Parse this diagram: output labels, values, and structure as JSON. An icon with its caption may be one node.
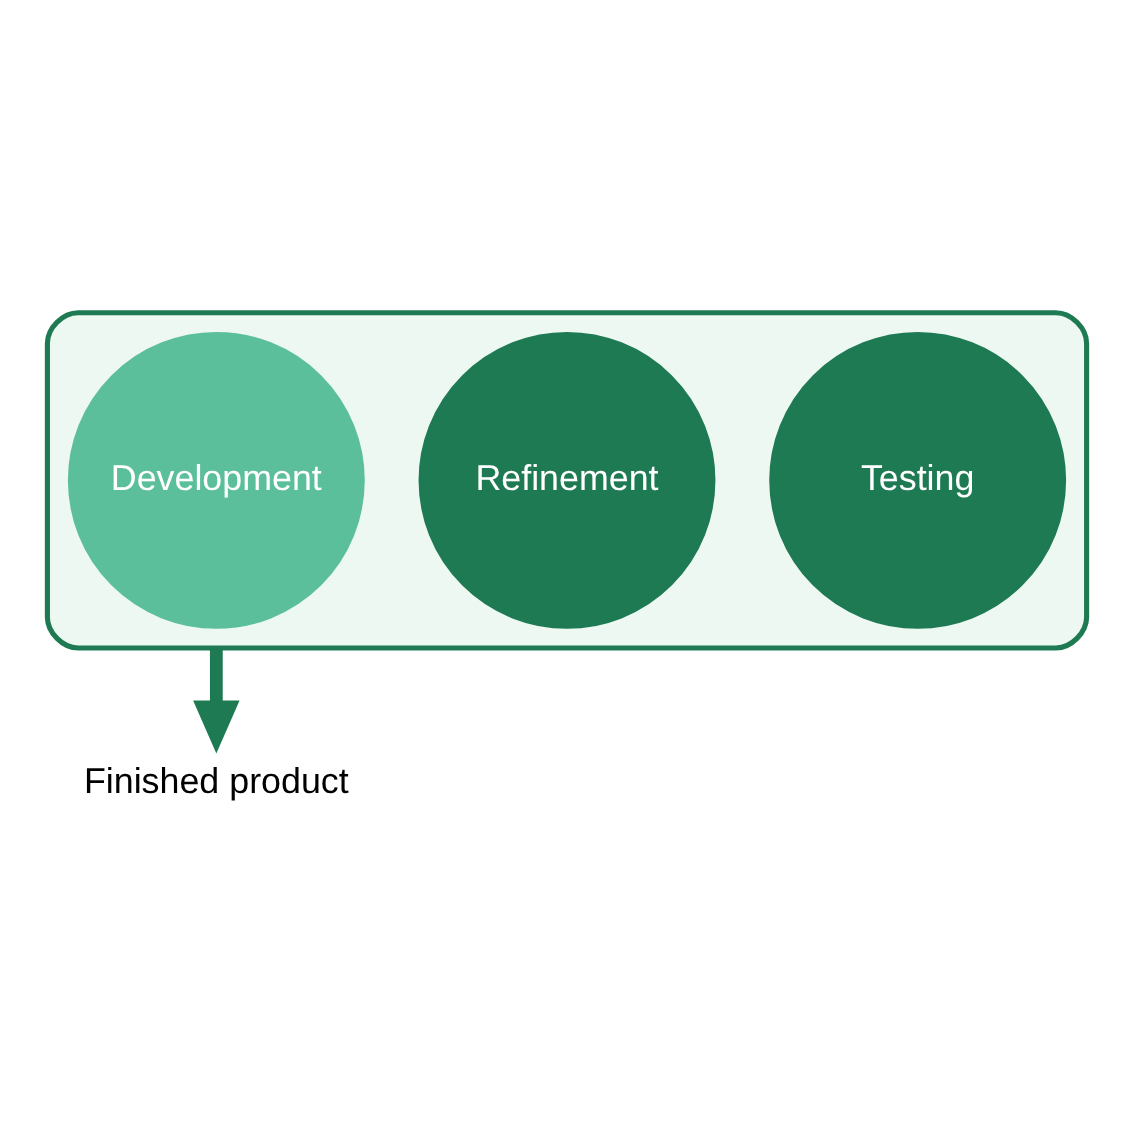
{
  "diagram": {
    "nodes": [
      {
        "text": [],
        "shape": "funnel"
      },
      {
        "text": [
          "Testing"
        ],
        "in": 0
      },
      {
        "text": [
          "Refinement"
        ],
        "in": 0
      },
      {
        "text": [
          "Development"
        ],
        "in": 0
      },
      {
        "text": [
          "Finished product"
        ]
      }
    ],
    "edges": [
      {
        "from": 0,
        "to": 4,
        "arrow": "to"
      }
    ]
  }
}
